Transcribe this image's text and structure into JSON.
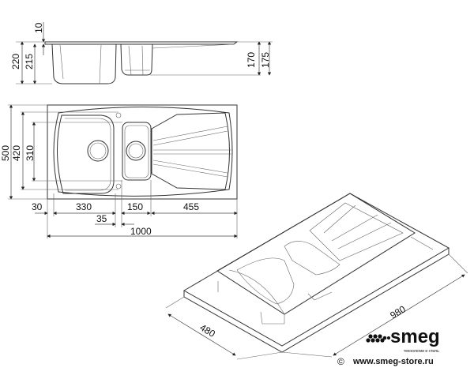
{
  "side_view": {
    "dims": {
      "rim": "10",
      "total_height": "220",
      "bowl_depth": "215",
      "small_bowl_depth": "170",
      "small_total": "175"
    }
  },
  "top_view": {
    "dims": {
      "depth": "500",
      "bowl_height": "420",
      "small_bowl_height": "310",
      "margin": "30",
      "bowl_width": "330",
      "gap": "35",
      "small_bowl_width": "150",
      "drainer_width": "455",
      "total_width": "1000"
    }
  },
  "iso_view": {
    "dims": {
      "cutout_depth": "480",
      "cutout_width": "980"
    }
  },
  "brand": {
    "name": "smeg",
    "tagline": "технологии и стиль",
    "copyright": "©",
    "url": "www.smeg-store.ru"
  }
}
